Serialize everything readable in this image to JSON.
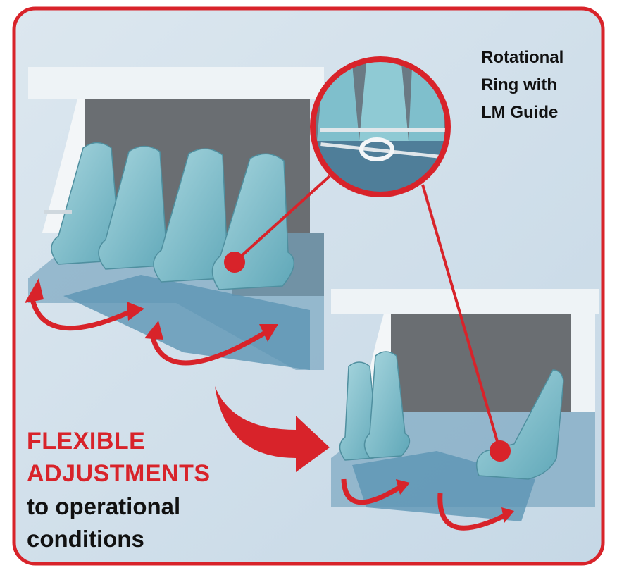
{
  "callout": {
    "lines": [
      "Rotational",
      "Ring with",
      "LM Guide"
    ]
  },
  "headline": {
    "lines": [
      "FLEXIBLE",
      "ADJUSTMENTS"
    ],
    "color": "#d8232a"
  },
  "subline": {
    "lines": [
      "to operational",
      "conditions"
    ]
  },
  "colors": {
    "frame": "#d8232a",
    "seat": "#7fbfcc",
    "floor": "#5c95b4",
    "wall": "#6a6e72"
  }
}
